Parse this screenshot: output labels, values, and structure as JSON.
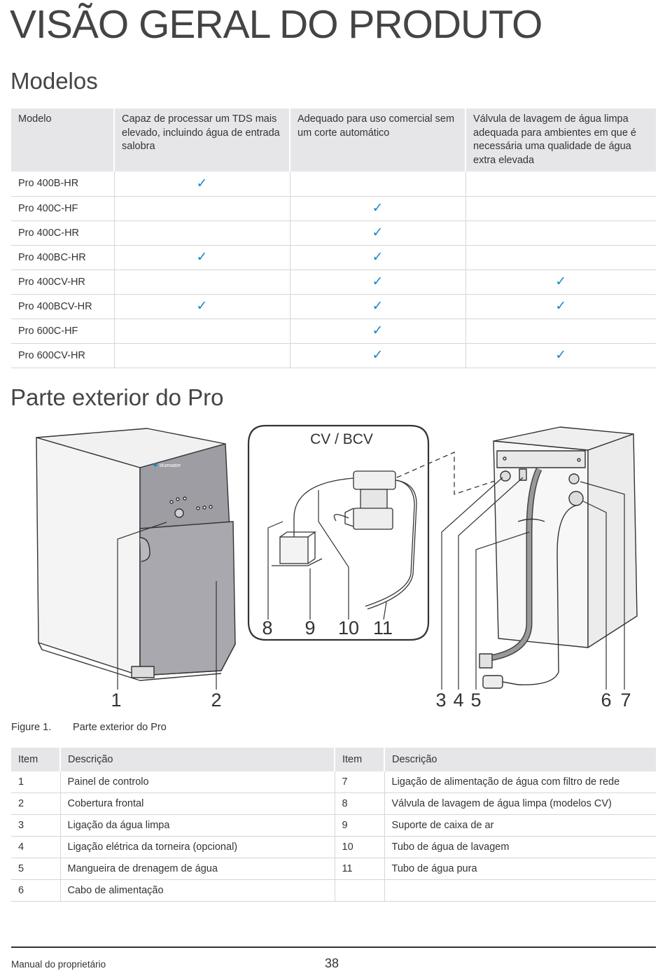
{
  "page_title": "VISÃO GERAL DO PRODUTO",
  "models_heading": "Modelos",
  "models_table": {
    "headers": [
      "Modelo",
      "Capaz de processar um TDS mais elevado, incluindo água de entrada salobra",
      "Adequado para uso comercial sem um corte automático",
      "Válvula de lavagem de água limpa adequada para ambientes em que é necessária uma qualidade de água extra elevada"
    ],
    "check_symbol": "✓",
    "check_color": "#1a86c8",
    "rows": [
      {
        "model": "Pro 400B-HR",
        "checks": [
          true,
          false,
          false
        ]
      },
      {
        "model": "Pro 400C-HF",
        "checks": [
          false,
          true,
          false
        ]
      },
      {
        "model": "Pro 400C-HR",
        "checks": [
          false,
          true,
          false
        ]
      },
      {
        "model": "Pro 400BC-HR",
        "checks": [
          true,
          true,
          false
        ]
      },
      {
        "model": "Pro 400CV-HR",
        "checks": [
          false,
          true,
          true
        ]
      },
      {
        "model": "Pro 400BCV-HR",
        "checks": [
          true,
          true,
          true
        ]
      },
      {
        "model": "Pro 600C-HF",
        "checks": [
          false,
          true,
          false
        ]
      },
      {
        "model": "Pro 600CV-HR",
        "checks": [
          false,
          true,
          true
        ]
      }
    ]
  },
  "exterior_heading": "Parte exterior do Pro",
  "diagram": {
    "inset_title": "CV / BCV",
    "brand_label": "bluewater",
    "callouts": [
      "1",
      "2",
      "3",
      "4",
      "5",
      "6",
      "7",
      "8",
      "9",
      "10",
      "11"
    ]
  },
  "figure_caption": {
    "label": "Figure 1.",
    "text": "Parte exterior do Pro"
  },
  "items_table": {
    "headers": [
      "Item",
      "Descrição",
      "Item",
      "Descrição"
    ],
    "rows": [
      [
        "1",
        "Painel de controlo",
        "7",
        "Ligação de alimentação de água com filtro de rede"
      ],
      [
        "2",
        "Cobertura frontal",
        "8",
        "Válvula de lavagem de água limpa (modelos CV)"
      ],
      [
        "3",
        "Ligação da água limpa",
        "9",
        "Suporte de caixa de ar"
      ],
      [
        "4",
        "Ligação elétrica da torneira (opcional)",
        "10",
        "Tubo de água de lavagem"
      ],
      [
        "5",
        "Mangueira de drenagem de água",
        "11",
        "Tubo de água pura"
      ],
      [
        "6",
        "Cabo de alimentação",
        "",
        ""
      ]
    ]
  },
  "footer": {
    "left": "Manual do proprietário",
    "page_number": "38"
  }
}
